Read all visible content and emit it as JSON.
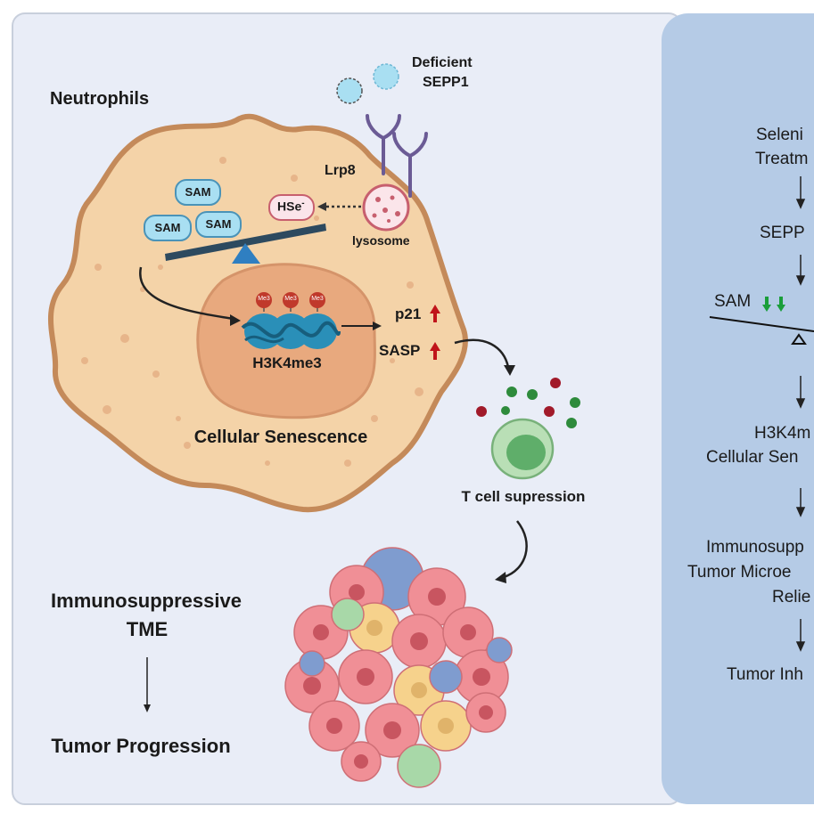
{
  "left_panel": {
    "neutrophils": "Neutrophils",
    "deficient_sepp1_line1": "Deficient",
    "deficient_sepp1_line2": "SEPP1",
    "lrp8": "Lrp8",
    "hse": "HSe",
    "hse_sup": "-",
    "lysosome": "lysosome",
    "sam_labels": [
      "SAM",
      "SAM",
      "SAM"
    ],
    "me3_labels": [
      "Me3",
      "Me3",
      "Me3"
    ],
    "h3k4me3": "H3K4me3",
    "p21": "p21",
    "sasp": "SASP",
    "cellular_senescence": "Cellular Senescence",
    "t_cell_suppression": "T cell supression",
    "immunosuppressive_line1": "Immunosuppressive",
    "immunosuppressive_line2": "TME",
    "tumor_progression": "Tumor Progression"
  },
  "right_panel": {
    "step1_line1": "Seleni",
    "step1_line2": "Treatm",
    "step2": "SEPP",
    "step3": "SAM",
    "step4_line1": "H3K4m",
    "step4_line2": "Cellular Sen",
    "step5_line1": "Immunosupp",
    "step5_line2": "Tumor Microe",
    "step5_line3": "Relie",
    "step6": "Tumor Inh"
  },
  "colors": {
    "left_bg": "#e9edf7",
    "right_bg": "#b5cbe6",
    "cell_fill": "#f4d3a8",
    "cell_stroke": "#c48a5a",
    "nucleus_fill": "#e8a97e",
    "sam_fill": "#a9dff2",
    "up_arrow_red": "#c0141a",
    "down_arrow_green": "#1a9e3a"
  }
}
